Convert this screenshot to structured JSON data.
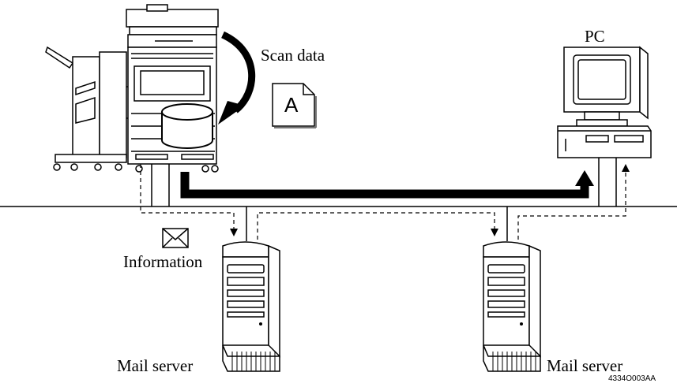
{
  "labels": {
    "scan_data": "Scan data",
    "document_letter": "A",
    "pc": "PC",
    "information": "Information",
    "mail_server_left": "Mail server",
    "mail_server_right": "Mail server",
    "figure_code": "4334O003AA"
  },
  "icons": {
    "copier": "copier-with-finisher-icon",
    "hard_disk": "hard-disk-icon",
    "document": "document-icon",
    "pc": "pc-computer-icon",
    "envelope": "envelope-icon",
    "server": "tower-server-icon"
  },
  "colors": {
    "line": "#000000",
    "background": "#ffffff"
  }
}
